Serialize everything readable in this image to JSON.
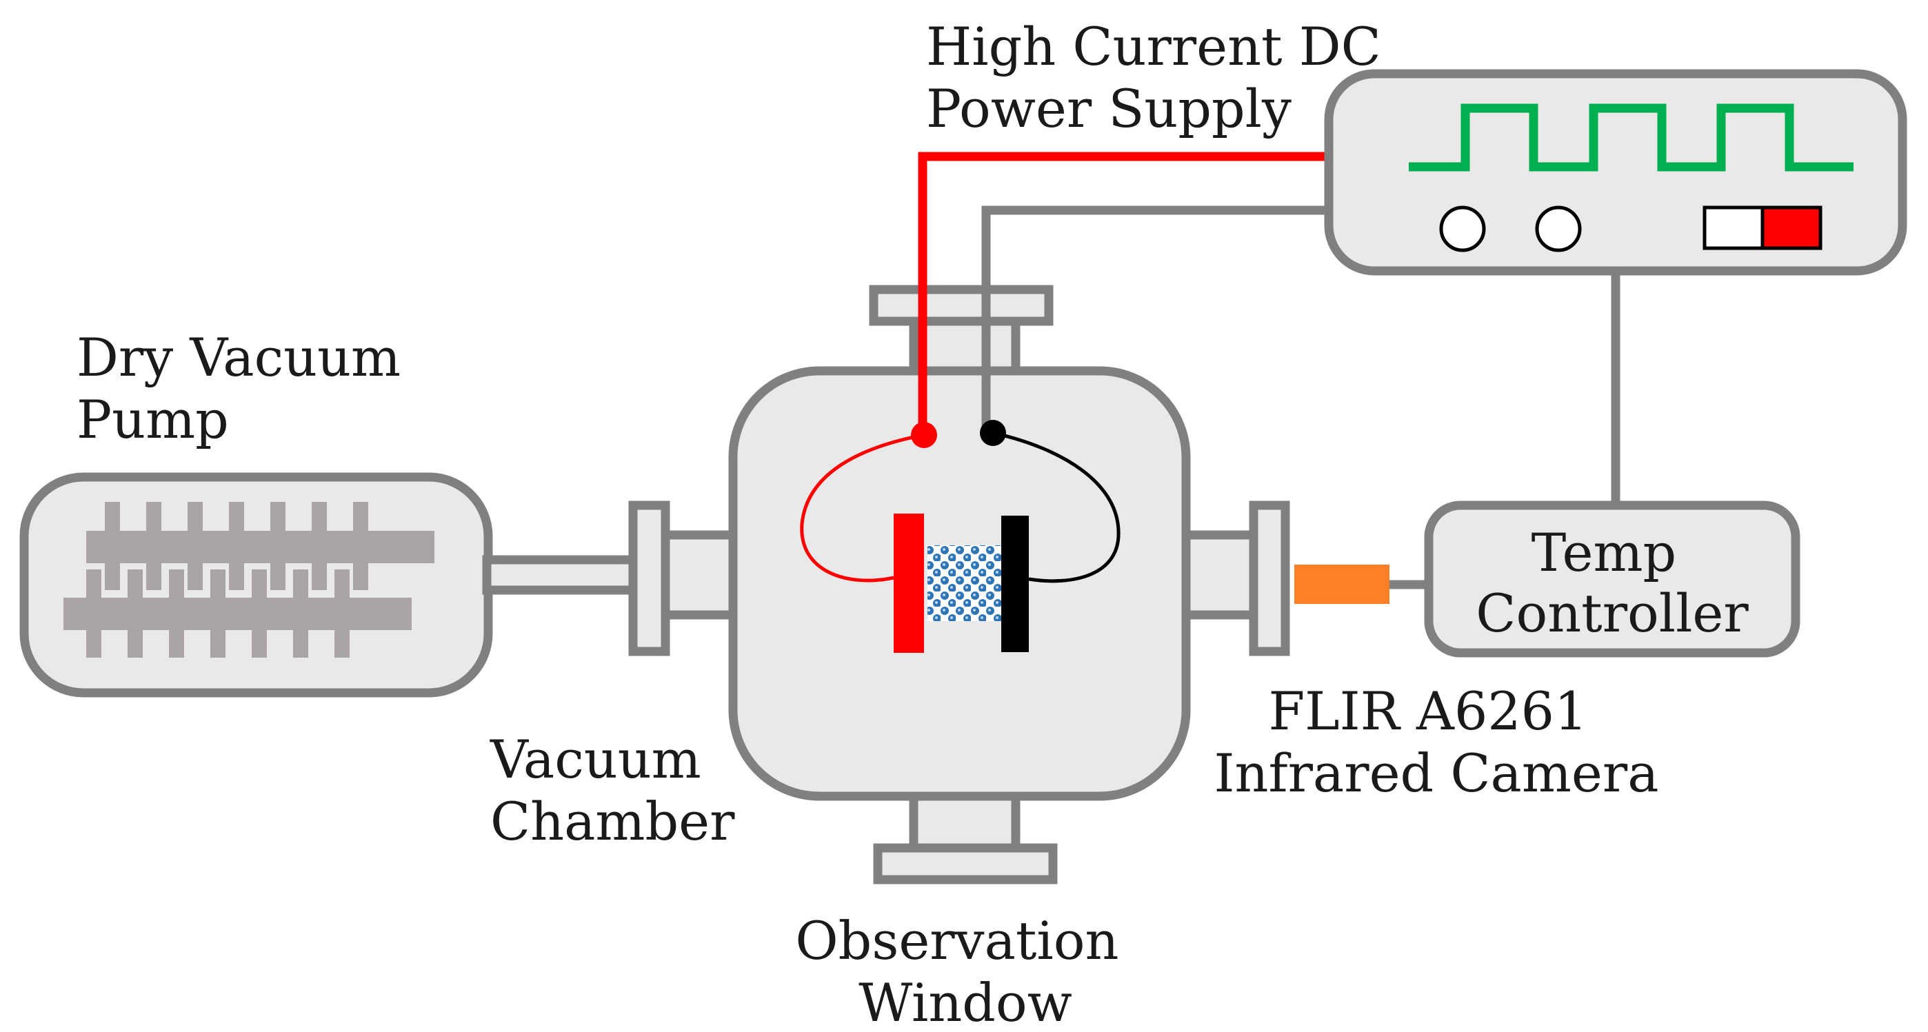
{
  "labels": {
    "power_supply": [
      "High Current DC",
      "Power Supply"
    ],
    "pump": [
      "Dry Vacuum",
      "Pump"
    ],
    "chamber": [
      "Vacuum",
      "Chamber"
    ],
    "window": [
      "Observation",
      "Window"
    ],
    "camera": [
      "FLIR A6261",
      "Infrared Camera"
    ],
    "controller": [
      "Temp",
      "Controller"
    ]
  },
  "colors": {
    "outline": "#808080",
    "fill": "#e9e9e9",
    "pump_parts": "#aba4a4",
    "positive_wire": "#ff0000",
    "negative_wire": "#000000",
    "signal": "#00b050",
    "camera": "#ff7f27",
    "sample": "#2e75b6"
  },
  "icons": {
    "waveform": "square-wave-icon",
    "knobs": "knob-icon",
    "switch": "toggle-switch-icon"
  }
}
